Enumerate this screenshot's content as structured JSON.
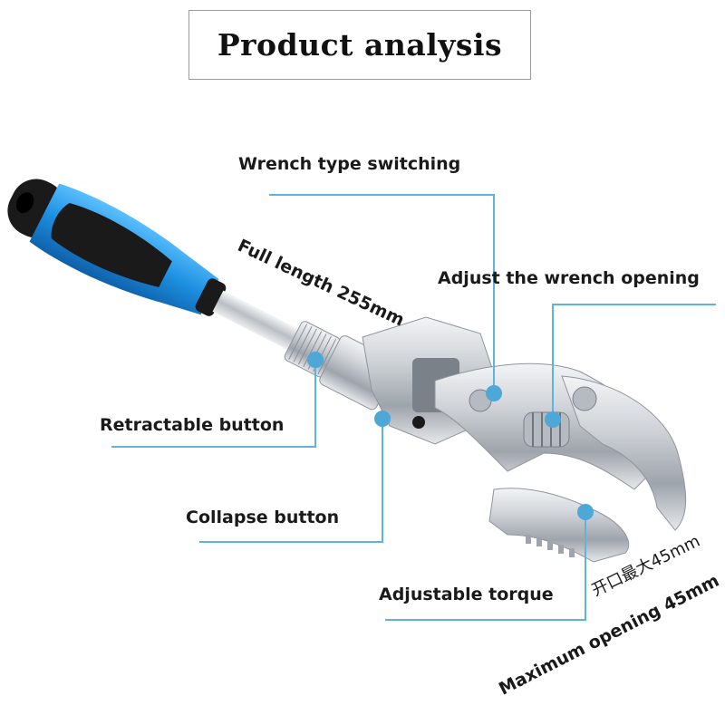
{
  "title": "Product analysis",
  "labels": {
    "wrench_type_switching": "Wrench type switching",
    "full_length": "Full length 255mm",
    "adjust_opening": "Adjust the wrench opening",
    "retractable_button": "Retractable button",
    "collapse_button": "Collapse button",
    "adjustable_torque": "Adjustable torque",
    "max_opening_cn": "开口最大45mm",
    "max_opening_en": "Maximum opening 45mm"
  },
  "colors": {
    "leader_line": "#5fb3dc",
    "marker": "#4da8d8",
    "handle_blue": "#1c8fe0",
    "handle_black": "#1a1a1a",
    "steel": "#c9ccd1"
  }
}
